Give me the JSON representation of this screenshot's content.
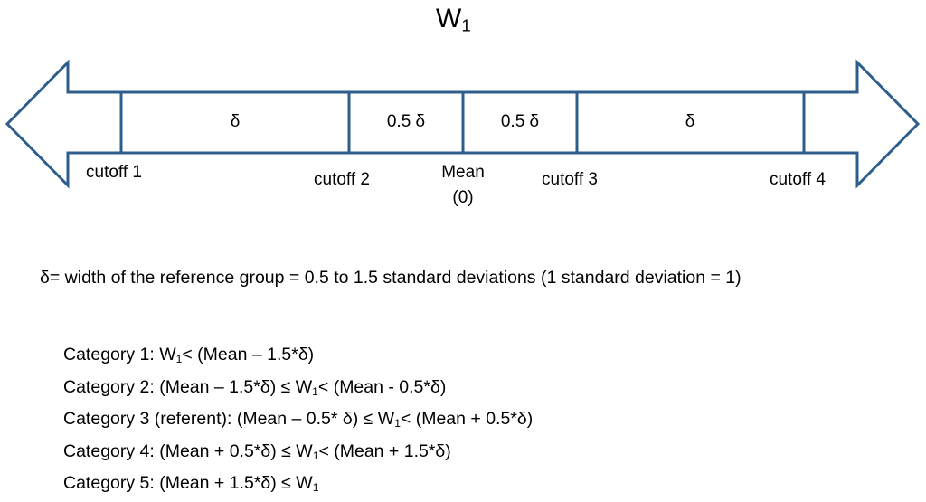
{
  "diagram": {
    "title": {
      "main": "W",
      "sub": "1"
    },
    "segments": [
      "δ",
      "0.5 δ",
      "0.5 δ",
      "δ"
    ],
    "cutoffs": [
      "cutoff 1",
      "cutoff 2",
      "cutoff 3",
      "cutoff 4"
    ],
    "mean": {
      "line1": "Mean",
      "line2": "(0)"
    },
    "colors": {
      "arrow_stroke": "#2e5e8c",
      "arrow_fill": "#ffffff",
      "text": "#000000"
    }
  },
  "definition": "δ= width of the reference group = 0.5 to 1.5 standard deviations (1 standard deviation = 1)",
  "categories": [
    {
      "before": "Category 1: W",
      "sub": "1",
      "after": "< (Mean – 1.5*δ)"
    },
    {
      "before": "Category 2: (Mean – 1.5*δ) ≤ W",
      "sub": "1",
      "after": "< (Mean - 0.5*δ)"
    },
    {
      "before": "Category 3 (referent): (Mean – 0.5* δ) ≤ W",
      "sub": "1",
      "after": "< (Mean + 0.5*δ)"
    },
    {
      "before": "Category 4: (Mean + 0.5*δ) ≤ W",
      "sub": "1",
      "after": "< (Mean + 1.5*δ)"
    },
    {
      "before": "Category 5: (Mean + 1.5*δ) ≤ W",
      "sub": "1",
      "after": ""
    }
  ]
}
